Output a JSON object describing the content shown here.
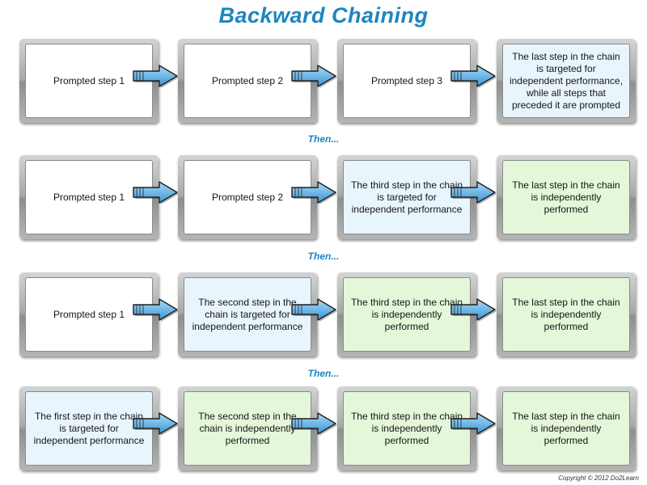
{
  "title": "Backward Chaining",
  "separator_label": "Then...",
  "copyright": "Copyright © 2012 Do2Learn",
  "colors": {
    "title": "#1d86c0",
    "prompted_fill": "#ffffff",
    "targeted_fill": "#e9f5fd",
    "independent_fill": "#e4f7d9",
    "arrow_light": "#a9dbf7",
    "arrow_dark": "#3b95d4"
  },
  "rows": [
    {
      "steps": [
        {
          "text": "Prompted step 1",
          "state": "prompted"
        },
        {
          "text": "Prompted step 2",
          "state": "prompted"
        },
        {
          "text": "Prompted step 3",
          "state": "prompted"
        },
        {
          "text": "The last step in the chain is targeted for independent performance, while all steps that preceded it are prompted",
          "state": "targeted"
        }
      ]
    },
    {
      "steps": [
        {
          "text": "Prompted step 1",
          "state": "prompted"
        },
        {
          "text": "Prompted step 2",
          "state": "prompted"
        },
        {
          "text": "The third step in the chain is targeted for independent performance",
          "state": "targeted"
        },
        {
          "text": "The last step in the chain is independently performed",
          "state": "independent"
        }
      ]
    },
    {
      "steps": [
        {
          "text": "Prompted step 1",
          "state": "prompted"
        },
        {
          "text": "The second step in the chain is targeted for independent performance",
          "state": "targeted"
        },
        {
          "text": "The third step in the chain is independently performed",
          "state": "independent"
        },
        {
          "text": "The last step in the chain is independently performed",
          "state": "independent"
        }
      ]
    },
    {
      "steps": [
        {
          "text": "The first step in the chain is targeted for independent performance",
          "state": "targeted"
        },
        {
          "text": "The second  step in the chain is independently performed",
          "state": "independent"
        },
        {
          "text": "The third step in the chain is independently performed",
          "state": "independent"
        },
        {
          "text": "The last step in the chain is independently performed",
          "state": "independent"
        }
      ]
    }
  ]
}
